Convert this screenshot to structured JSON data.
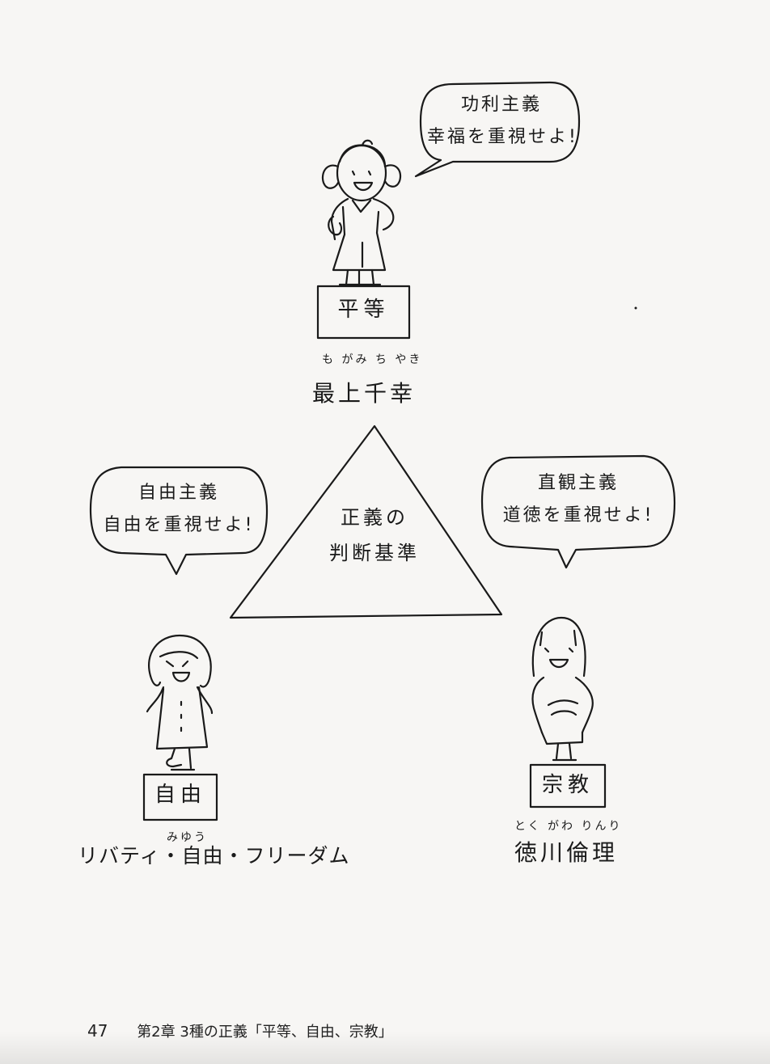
{
  "top": {
    "bubble": {
      "line1": "功利主義",
      "line2": "幸福を重視せよ!"
    },
    "box": "平等",
    "ruby": "も がみ ち やき",
    "name": "最上千幸"
  },
  "left": {
    "bubble": {
      "line1": "自由主義",
      "line2": "自由を重視せよ!"
    },
    "box": "自由",
    "ruby": "みゆう",
    "name": "リバティ・自由・フリーダム"
  },
  "right": {
    "bubble": {
      "line1": "直観主義",
      "line2": "道徳を重視せよ!"
    },
    "box": "宗教",
    "ruby": "とく がわ りんり",
    "name": "徳川倫理"
  },
  "triangle": {
    "line1": "正義の",
    "line2": "判断基準"
  },
  "footer": {
    "page": "47",
    "chapter": "第2章 3種の正義「平等、自由、宗教」"
  }
}
